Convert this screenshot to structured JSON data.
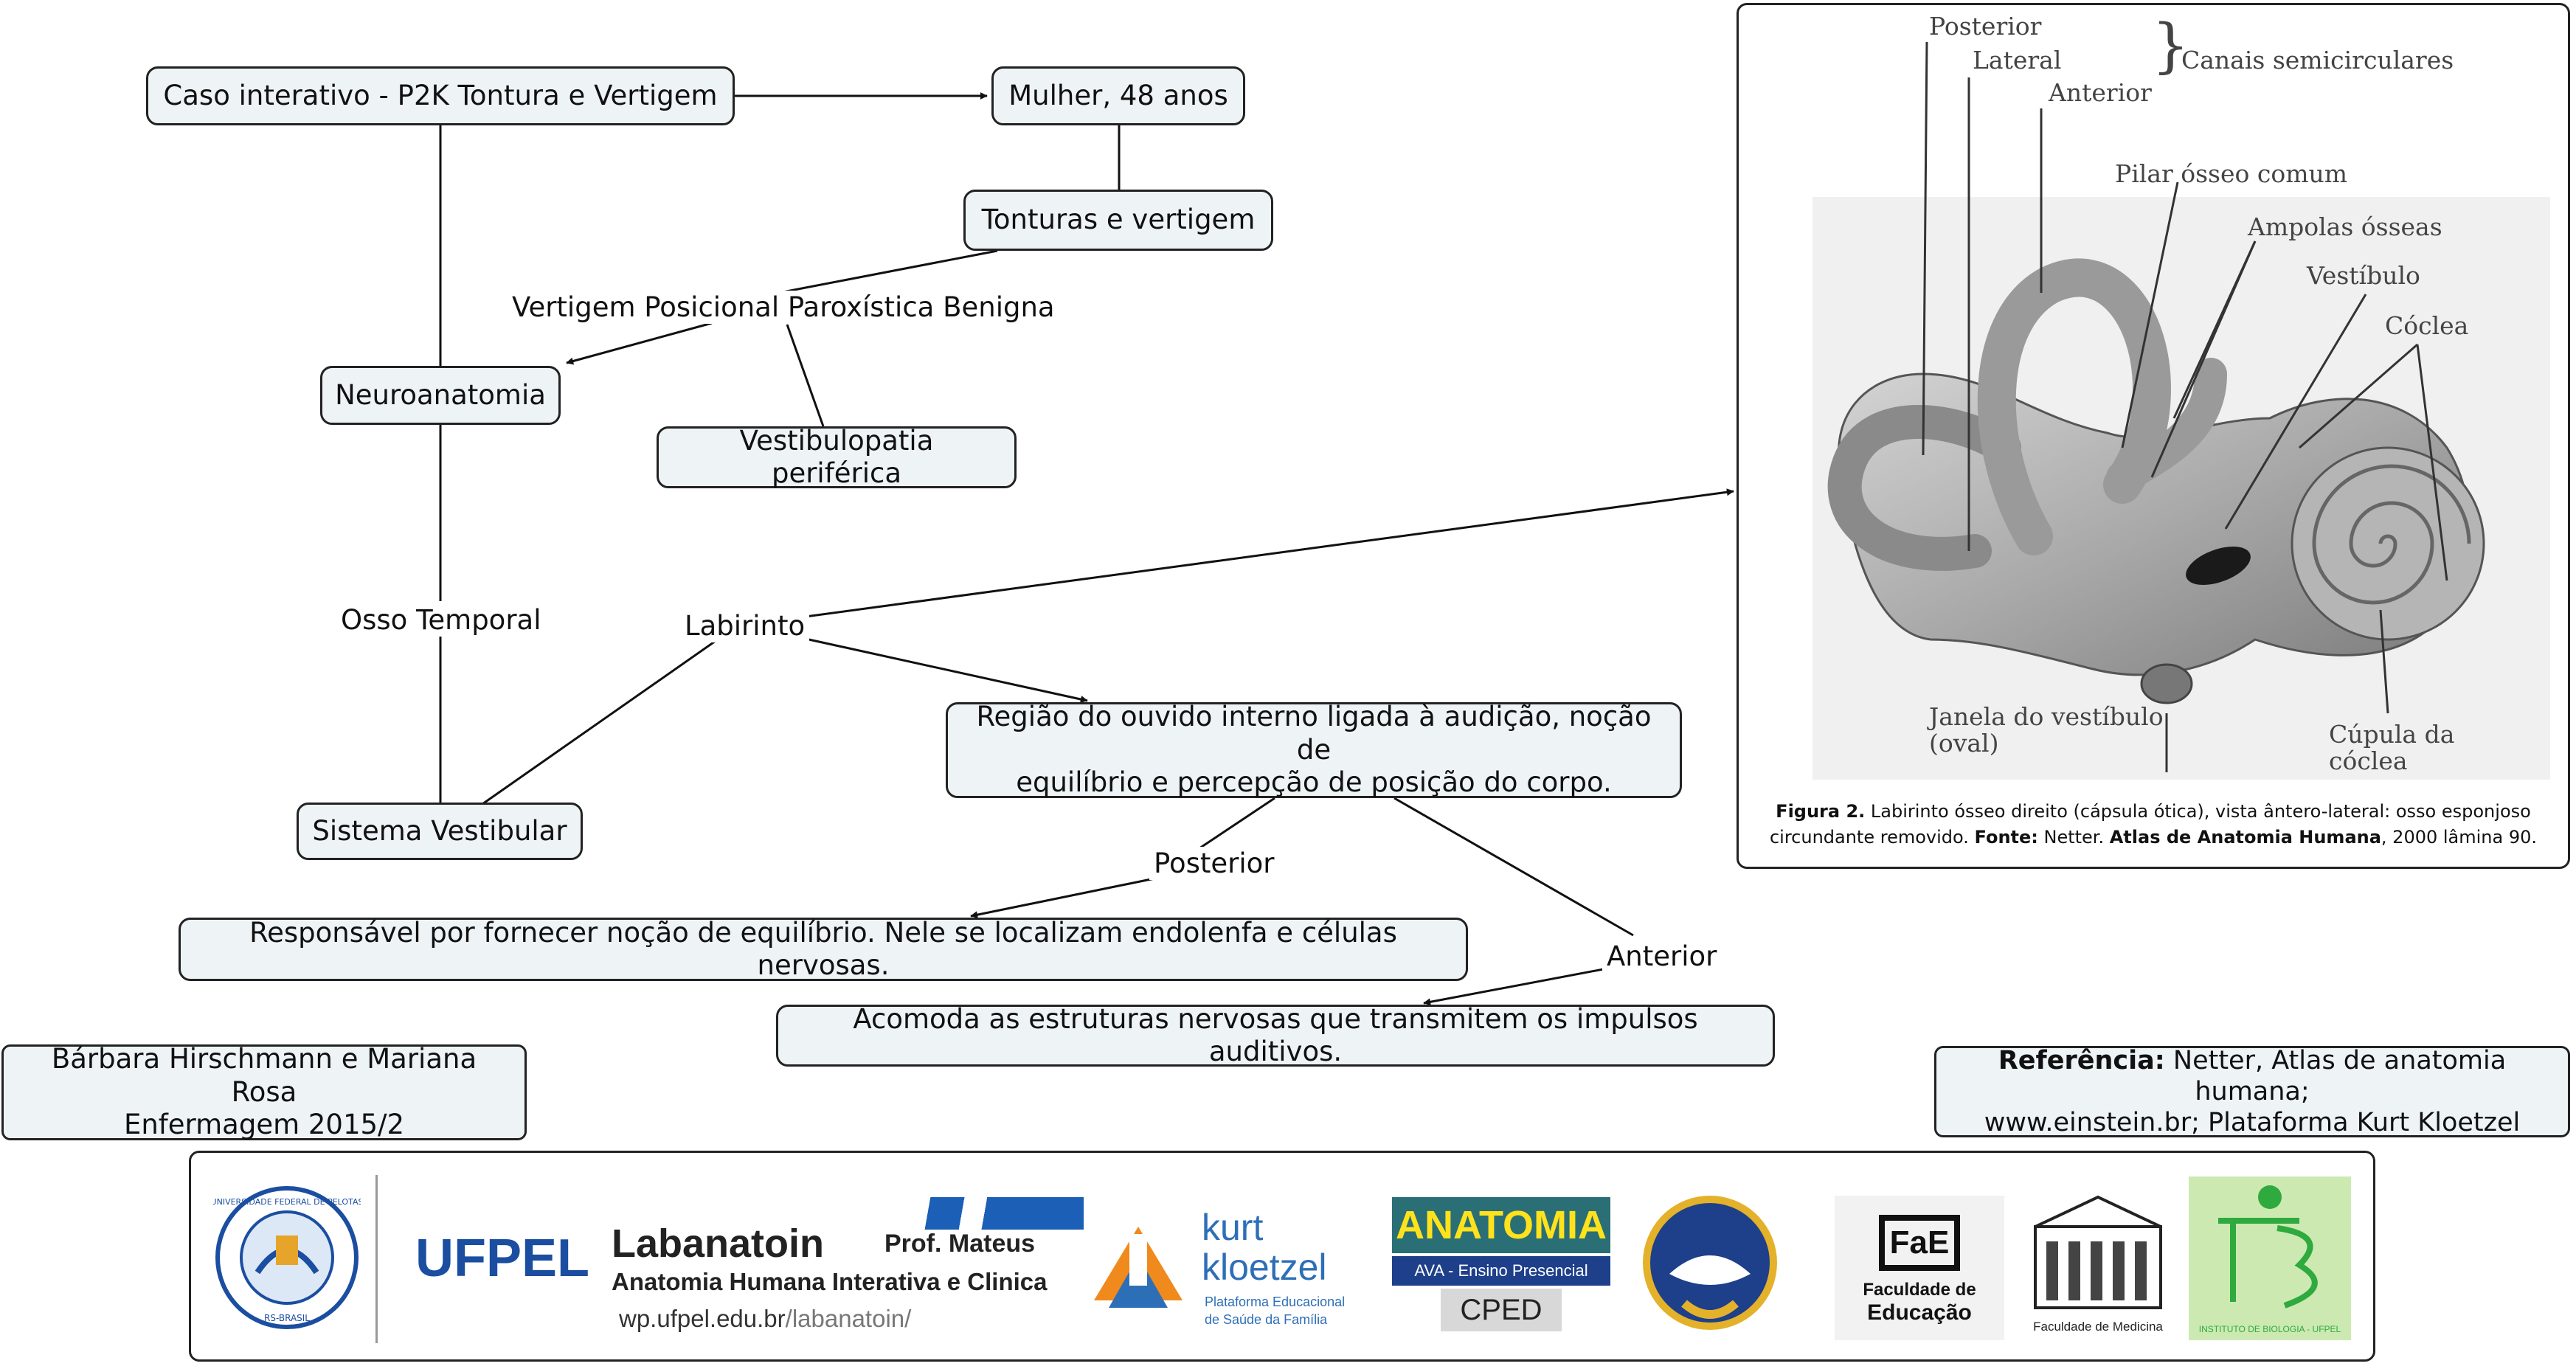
{
  "nodes": {
    "caso": "Caso interativo - P2K Tontura e Vertigem",
    "mulher": "Mulher, 48 anos",
    "tonturas": "Tonturas e vertigem",
    "neuroanatomia": "Neuroanatomia",
    "vestibulopatia": "Vestibulopatia periférica",
    "sistema_vestibular": "Sistema Vestibular",
    "regiao_line1": "Região do ouvido interno ligada à audição, noção de",
    "regiao_line2": "equilíbrio e percepção de posição do corpo.",
    "responsavel": "Responsável por fornecer noção de equilíbrio. Nele se localizam endolenfa e células nervosas.",
    "acomoda": "Acomoda as estruturas nervosas que transmitem os impulsos auditivos.",
    "autores_line1": "Bárbara Hirschmann e Mariana Rosa",
    "autores_line2": "Enfermagem 2015/2",
    "referencia_label": "Referência:",
    "referencia_line1": " Netter, Atlas de anatomia humana;",
    "referencia_line2": "www.einstein.br; Plataforma Kurt Kloetzel"
  },
  "link_labels": {
    "vppb": "Vertigem Posicional Paroxística Benigna",
    "osso_temporal": "Osso Temporal",
    "labirinto": "Labirinto",
    "posterior": "Posterior",
    "anterior": "Anterior"
  },
  "figure": {
    "labels": {
      "posterior": "Posterior",
      "lateral": "Lateral",
      "anterior": "Anterior",
      "canais": "Canais semicirculares",
      "pilar": "Pilar ósseo comum",
      "ampolas": "Ampolas ósseas",
      "vestibulo": "Vestíbulo",
      "coclea": "Cóclea",
      "janela_1": "Janela do vestíbulo",
      "janela_2": "(oval)",
      "cupula_1": "Cúpula da",
      "cupula_2": "cóclea"
    },
    "caption_fig": "Figura 2.",
    "caption_text": " Labirinto ósseo direito (cápsula ótica), vista ântero-lateral: osso esponjoso circundante removido. ",
    "caption_fonte": "Fonte:",
    "caption_netter": " Netter. ",
    "caption_atlas": "Atlas de Anatomia Humana",
    "caption_end": ", 2000 lâmina 90."
  },
  "logos": {
    "ufpel_seal_top": "UNIVERSIDADE FEDERAL DE PELOTAS",
    "ufpel_seal_bottom": "RS-BRASIL",
    "ufpel": "UFPEL",
    "labanatoin_title": "Labanatoin",
    "labanatoin_prof": "Prof. Mateus",
    "labanatoin_sub": "Anatomia Humana Interativa e Clinica",
    "labanatoin_url_base": "wp.ufpel.edu.br",
    "labanatoin_url_path": "/labanatoin/",
    "kurt_1": "kurt",
    "kurt_2": "kloetzel",
    "kurt_sub1": "Plataforma Educacional",
    "kurt_sub2": "de Saúde da Família",
    "anatomia": "ANATOMIA",
    "ava": "AVA - Ensino Presencial",
    "cped": "CPED",
    "fae_1": "Faculdade de",
    "fae_2": "Educação",
    "medicina": "Faculdade de Medicina",
    "ib_sub": "INSTITUTO DE BIOLOGIA - UFPEL"
  },
  "colors": {
    "node_fill": "#eef3f6",
    "border": "#222222",
    "anatomia_bar": "#2a6f76",
    "ava_bar": "#1e3f8a",
    "ufpel_blue": "#1b4ea1",
    "kurt_blue": "#2d6fb7",
    "kurt_orange": "#f08a1c",
    "ib_green": "#2eaa3e",
    "ib_bg": "#cde9b2"
  }
}
